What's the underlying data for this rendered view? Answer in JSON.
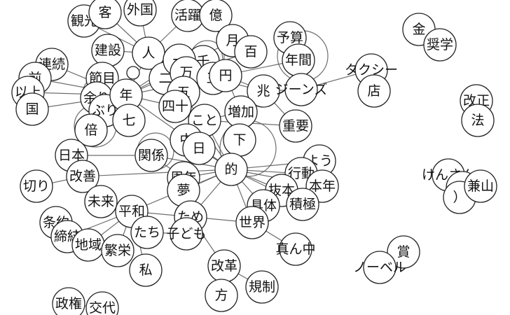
{
  "colors": {
    "background": "#ffffff",
    "edge": "#555555",
    "node_stroke": "#222222",
    "node_fill": "#ffffff",
    "text": "#111111"
  },
  "nodes": [
    {
      "id": "kankou",
      "label": "観光"
    },
    {
      "id": "kyaku",
      "label": "客"
    },
    {
      "id": "gaikoku",
      "label": "外国"
    },
    {
      "id": "katsuyaku",
      "label": "活躍"
    },
    {
      "id": "oku",
      "label": "億"
    },
    {
      "id": "tsuki",
      "label": "月"
    },
    {
      "id": "yosan",
      "label": "予算"
    },
    {
      "id": "kin",
      "label": "金"
    },
    {
      "id": "shougaku",
      "label": "奨学"
    },
    {
      "id": "kensetsu",
      "label": "建設"
    },
    {
      "id": "hito",
      "label": "人"
    },
    {
      "id": "sen",
      "label": "千"
    },
    {
      "id": "hyaku",
      "label": "百"
    },
    {
      "id": "nenkan",
      "label": "年間"
    },
    {
      "id": "renzoku",
      "label": "連続"
    },
    {
      "id": "mae",
      "label": "前"
    },
    {
      "id": "ijou",
      "label": "以上"
    },
    {
      "id": "kuni",
      "label": "国"
    },
    {
      "id": "fushime",
      "label": "節目"
    },
    {
      "id": "amari",
      "label": "余り"
    },
    {
      "id": "buri",
      "label": "ぶり"
    },
    {
      "id": "nen",
      "label": "年"
    },
    {
      "id": "maru",
      "label": ""
    },
    {
      "id": "ni",
      "label": "二"
    },
    {
      "id": "ichi",
      "label": "一"
    },
    {
      "id": "man",
      "label": "万"
    },
    {
      "id": "go",
      "label": "五"
    },
    {
      "id": "san",
      "label": "三"
    },
    {
      "id": "en",
      "label": "円"
    },
    {
      "id": "chou",
      "label": "兆"
    },
    {
      "id": "ziinzu",
      "label": "ジーンズ"
    },
    {
      "id": "takushii",
      "label": "タクシー"
    },
    {
      "id": "mise",
      "label": "店"
    },
    {
      "id": "kaisei",
      "label": "改正"
    },
    {
      "id": "hou",
      "label": "法"
    },
    {
      "id": "yonjuu",
      "label": "四十"
    },
    {
      "id": "shichi",
      "label": "七"
    },
    {
      "id": "bai",
      "label": "倍"
    },
    {
      "id": "koto",
      "label": "こと"
    },
    {
      "id": "zouka",
      "label": "増加"
    },
    {
      "id": "juuyou",
      "label": "重要"
    },
    {
      "id": "naka",
      "label": "中"
    },
    {
      "id": "shita",
      "label": "下"
    },
    {
      "id": "nichi",
      "label": "日"
    },
    {
      "id": "nippon",
      "label": "日本"
    },
    {
      "id": "kankei",
      "label": "関係"
    },
    {
      "id": "kaizen",
      "label": "改善"
    },
    {
      "id": "shuunen",
      "label": "周年"
    },
    {
      "id": "yume",
      "label": "夢"
    },
    {
      "id": "teki",
      "label": "的"
    },
    {
      "id": "you",
      "label": "よう"
    },
    {
      "id": "koudou",
      "label": "行動"
    },
    {
      "id": "honnen",
      "label": "本年"
    },
    {
      "id": "kirikiri",
      "label": "切り"
    },
    {
      "id": "mirai",
      "label": "未来"
    },
    {
      "id": "heiwa",
      "label": "平和"
    },
    {
      "id": "batsumoto",
      "label": "抜本"
    },
    {
      "id": "gutai",
      "label": "具体"
    },
    {
      "id": "sekkyoku",
      "label": "積極"
    },
    {
      "id": "jouyaku",
      "label": "条約"
    },
    {
      "id": "teiketsu",
      "label": "締結"
    },
    {
      "id": "tame",
      "label": "ため"
    },
    {
      "id": "sekai",
      "label": "世界"
    },
    {
      "id": "tachi",
      "label": "たち"
    },
    {
      "id": "kodomo",
      "label": "子ども"
    },
    {
      "id": "chiiki",
      "label": "地域"
    },
    {
      "id": "hanei",
      "label": "繁栄"
    },
    {
      "id": "mannaka",
      "label": "真ん中"
    },
    {
      "id": "watashi",
      "label": "私"
    },
    {
      "id": "kaikaku",
      "label": "改革"
    },
    {
      "id": "kisei",
      "label": "規制"
    },
    {
      "id": "kata",
      "label": "方"
    },
    {
      "id": "shou",
      "label": "賞"
    },
    {
      "id": "nooberu",
      "label": "ノーベル"
    },
    {
      "id": "kensan",
      "label": "けんさん"
    },
    {
      "id": "paren_l",
      "label": "（"
    },
    {
      "id": "paren_r",
      "label": "）"
    },
    {
      "id": "kenzan",
      "label": "兼山"
    },
    {
      "id": "seiken",
      "label": "政権"
    },
    {
      "id": "koutai",
      "label": "交代"
    }
  ],
  "edges": [
    [
      "kankou",
      "hito"
    ],
    [
      "kyaku",
      "hito"
    ],
    [
      "gaikoku",
      "hito"
    ],
    [
      "katsuyaku",
      "hito"
    ],
    [
      "oku",
      "en"
    ],
    [
      "tsuki",
      "nen"
    ],
    [
      "yosan",
      "nenkan"
    ],
    [
      "kin",
      "shougaku"
    ],
    [
      "kensetsu",
      "hito"
    ],
    [
      "hito",
      "nen"
    ],
    [
      "sen",
      "man"
    ],
    [
      "hyaku",
      "man"
    ],
    [
      "nenkan",
      "nen"
    ],
    [
      "renzoku",
      "nen"
    ],
    [
      "mae",
      "nen"
    ],
    [
      "ijou",
      "nen"
    ],
    [
      "kuni",
      "nen"
    ],
    [
      "fushime",
      "nen"
    ],
    [
      "amari",
      "nen"
    ],
    [
      "buri",
      "nen"
    ],
    [
      "ni",
      "nen"
    ],
    [
      "ichi",
      "nen"
    ],
    [
      "man",
      "en"
    ],
    [
      "go",
      "man"
    ],
    [
      "san",
      "man"
    ],
    [
      "en",
      "chou"
    ],
    [
      "ziinzu",
      "takushii"
    ],
    [
      "takushii",
      "mise"
    ],
    [
      "chou",
      "ziinzu"
    ],
    [
      "kaisei",
      "hou"
    ],
    [
      "yonjuu",
      "nen"
    ],
    [
      "shichi",
      "nen"
    ],
    [
      "bai",
      "nen"
    ],
    [
      "koto",
      "teki"
    ],
    [
      "zouka",
      "koto"
    ],
    [
      "juuyou",
      "koto"
    ],
    [
      "naka",
      "teki"
    ],
    [
      "shita",
      "teki"
    ],
    [
      "nichi",
      "teki"
    ],
    [
      "nippon",
      "kankei"
    ],
    [
      "kankei",
      "teki"
    ],
    [
      "kaizen",
      "teki"
    ],
    [
      "shuunen",
      "teki"
    ],
    [
      "yume",
      "teki"
    ],
    [
      "teki",
      "you"
    ],
    [
      "teki",
      "koudou"
    ],
    [
      "teki",
      "honnen"
    ],
    [
      "kirikiri",
      "kaizen"
    ],
    [
      "mirai",
      "heiwa"
    ],
    [
      "heiwa",
      "teki"
    ],
    [
      "batsumoto",
      "teki"
    ],
    [
      "gutai",
      "teki"
    ],
    [
      "sekkyoku",
      "teki"
    ],
    [
      "jouyaku",
      "teiketsu"
    ],
    [
      "teiketsu",
      "heiwa"
    ],
    [
      "tame",
      "teki"
    ],
    [
      "sekai",
      "teki"
    ],
    [
      "tachi",
      "kodomo"
    ],
    [
      "kodomo",
      "tame"
    ],
    [
      "chiiki",
      "heiwa"
    ],
    [
      "hanei",
      "heiwa"
    ],
    [
      "watashi",
      "heiwa"
    ],
    [
      "kaikaku",
      "kisei"
    ],
    [
      "kaikaku",
      "kata"
    ],
    [
      "kaikaku",
      "tame"
    ],
    [
      "shou",
      "nooberu"
    ],
    [
      "kensan",
      "paren_l"
    ],
    [
      "paren_l",
      "kenzan"
    ],
    [
      "paren_r",
      "kenzan"
    ],
    [
      "seiken",
      "koutai"
    ],
    [
      "nen",
      "teki"
    ],
    [
      "hito",
      "teki"
    ],
    [
      "ni",
      "koto"
    ],
    [
      "san",
      "chou"
    ],
    [
      "en",
      "zouka"
    ],
    [
      "chou",
      "juuyou"
    ],
    [
      "amari",
      "bai"
    ],
    [
      "heiwa",
      "sekai"
    ],
    [
      "mannaka",
      "sekai"
    ],
    [
      "shuunen",
      "kankei"
    ],
    [
      "gutai",
      "batsumoto"
    ],
    [
      "sekkyoku",
      "koudou"
    ],
    [
      "nippon",
      "mirai"
    ],
    [
      "tame",
      "kodomo"
    ]
  ]
}
